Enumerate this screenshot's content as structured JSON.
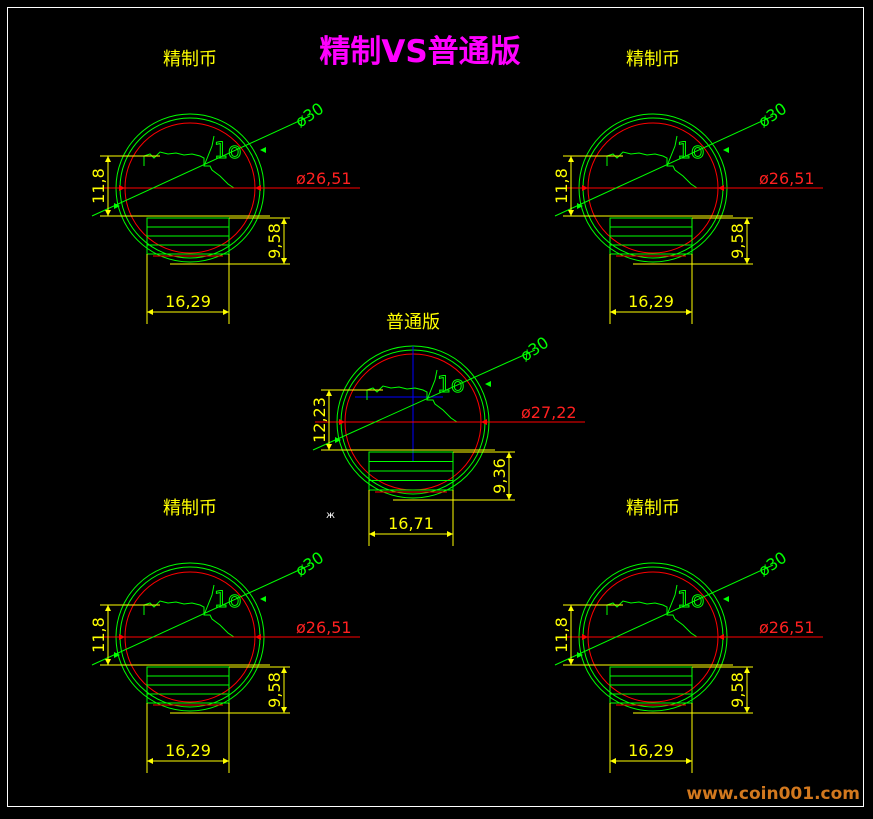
{
  "title": "精制VS普通版",
  "watermark": "www.coin001.com",
  "colors": {
    "background": "#000000",
    "title": "#ff00ff",
    "dimension": "#ffff00",
    "inner_circle": "#ff0000",
    "outer_circle": "#00ff00",
    "center_line": "#0000ff"
  },
  "panels": [
    {
      "id": "proof-top-left",
      "label": "精制币",
      "outer_dia": "ø30",
      "inner_dia": "ø26,51",
      "height": "11,8",
      "box_height": "9,58",
      "box_width": "16,29",
      "variant": "proof"
    },
    {
      "id": "proof-top-right",
      "label": "精制币",
      "outer_dia": "ø30",
      "inner_dia": "ø26,51",
      "height": "11,8",
      "box_height": "9,58",
      "box_width": "16,29",
      "variant": "proof"
    },
    {
      "id": "regular-center",
      "label": "普通版",
      "outer_dia": "ø30",
      "inner_dia": "ø27,22",
      "height": "12,23",
      "box_height": "9,36",
      "box_width": "16,71",
      "variant": "regular"
    },
    {
      "id": "proof-bottom-left",
      "label": "精制币",
      "outer_dia": "ø30",
      "inner_dia": "ø26,51",
      "height": "11,8",
      "box_height": "9,58",
      "box_width": "16,29",
      "variant": "proof"
    },
    {
      "id": "proof-bottom-right",
      "label": "精制币",
      "outer_dia": "ø30",
      "inner_dia": "ø26,51",
      "height": "11,8",
      "box_height": "9,58",
      "box_width": "16,29",
      "variant": "proof"
    }
  ]
}
